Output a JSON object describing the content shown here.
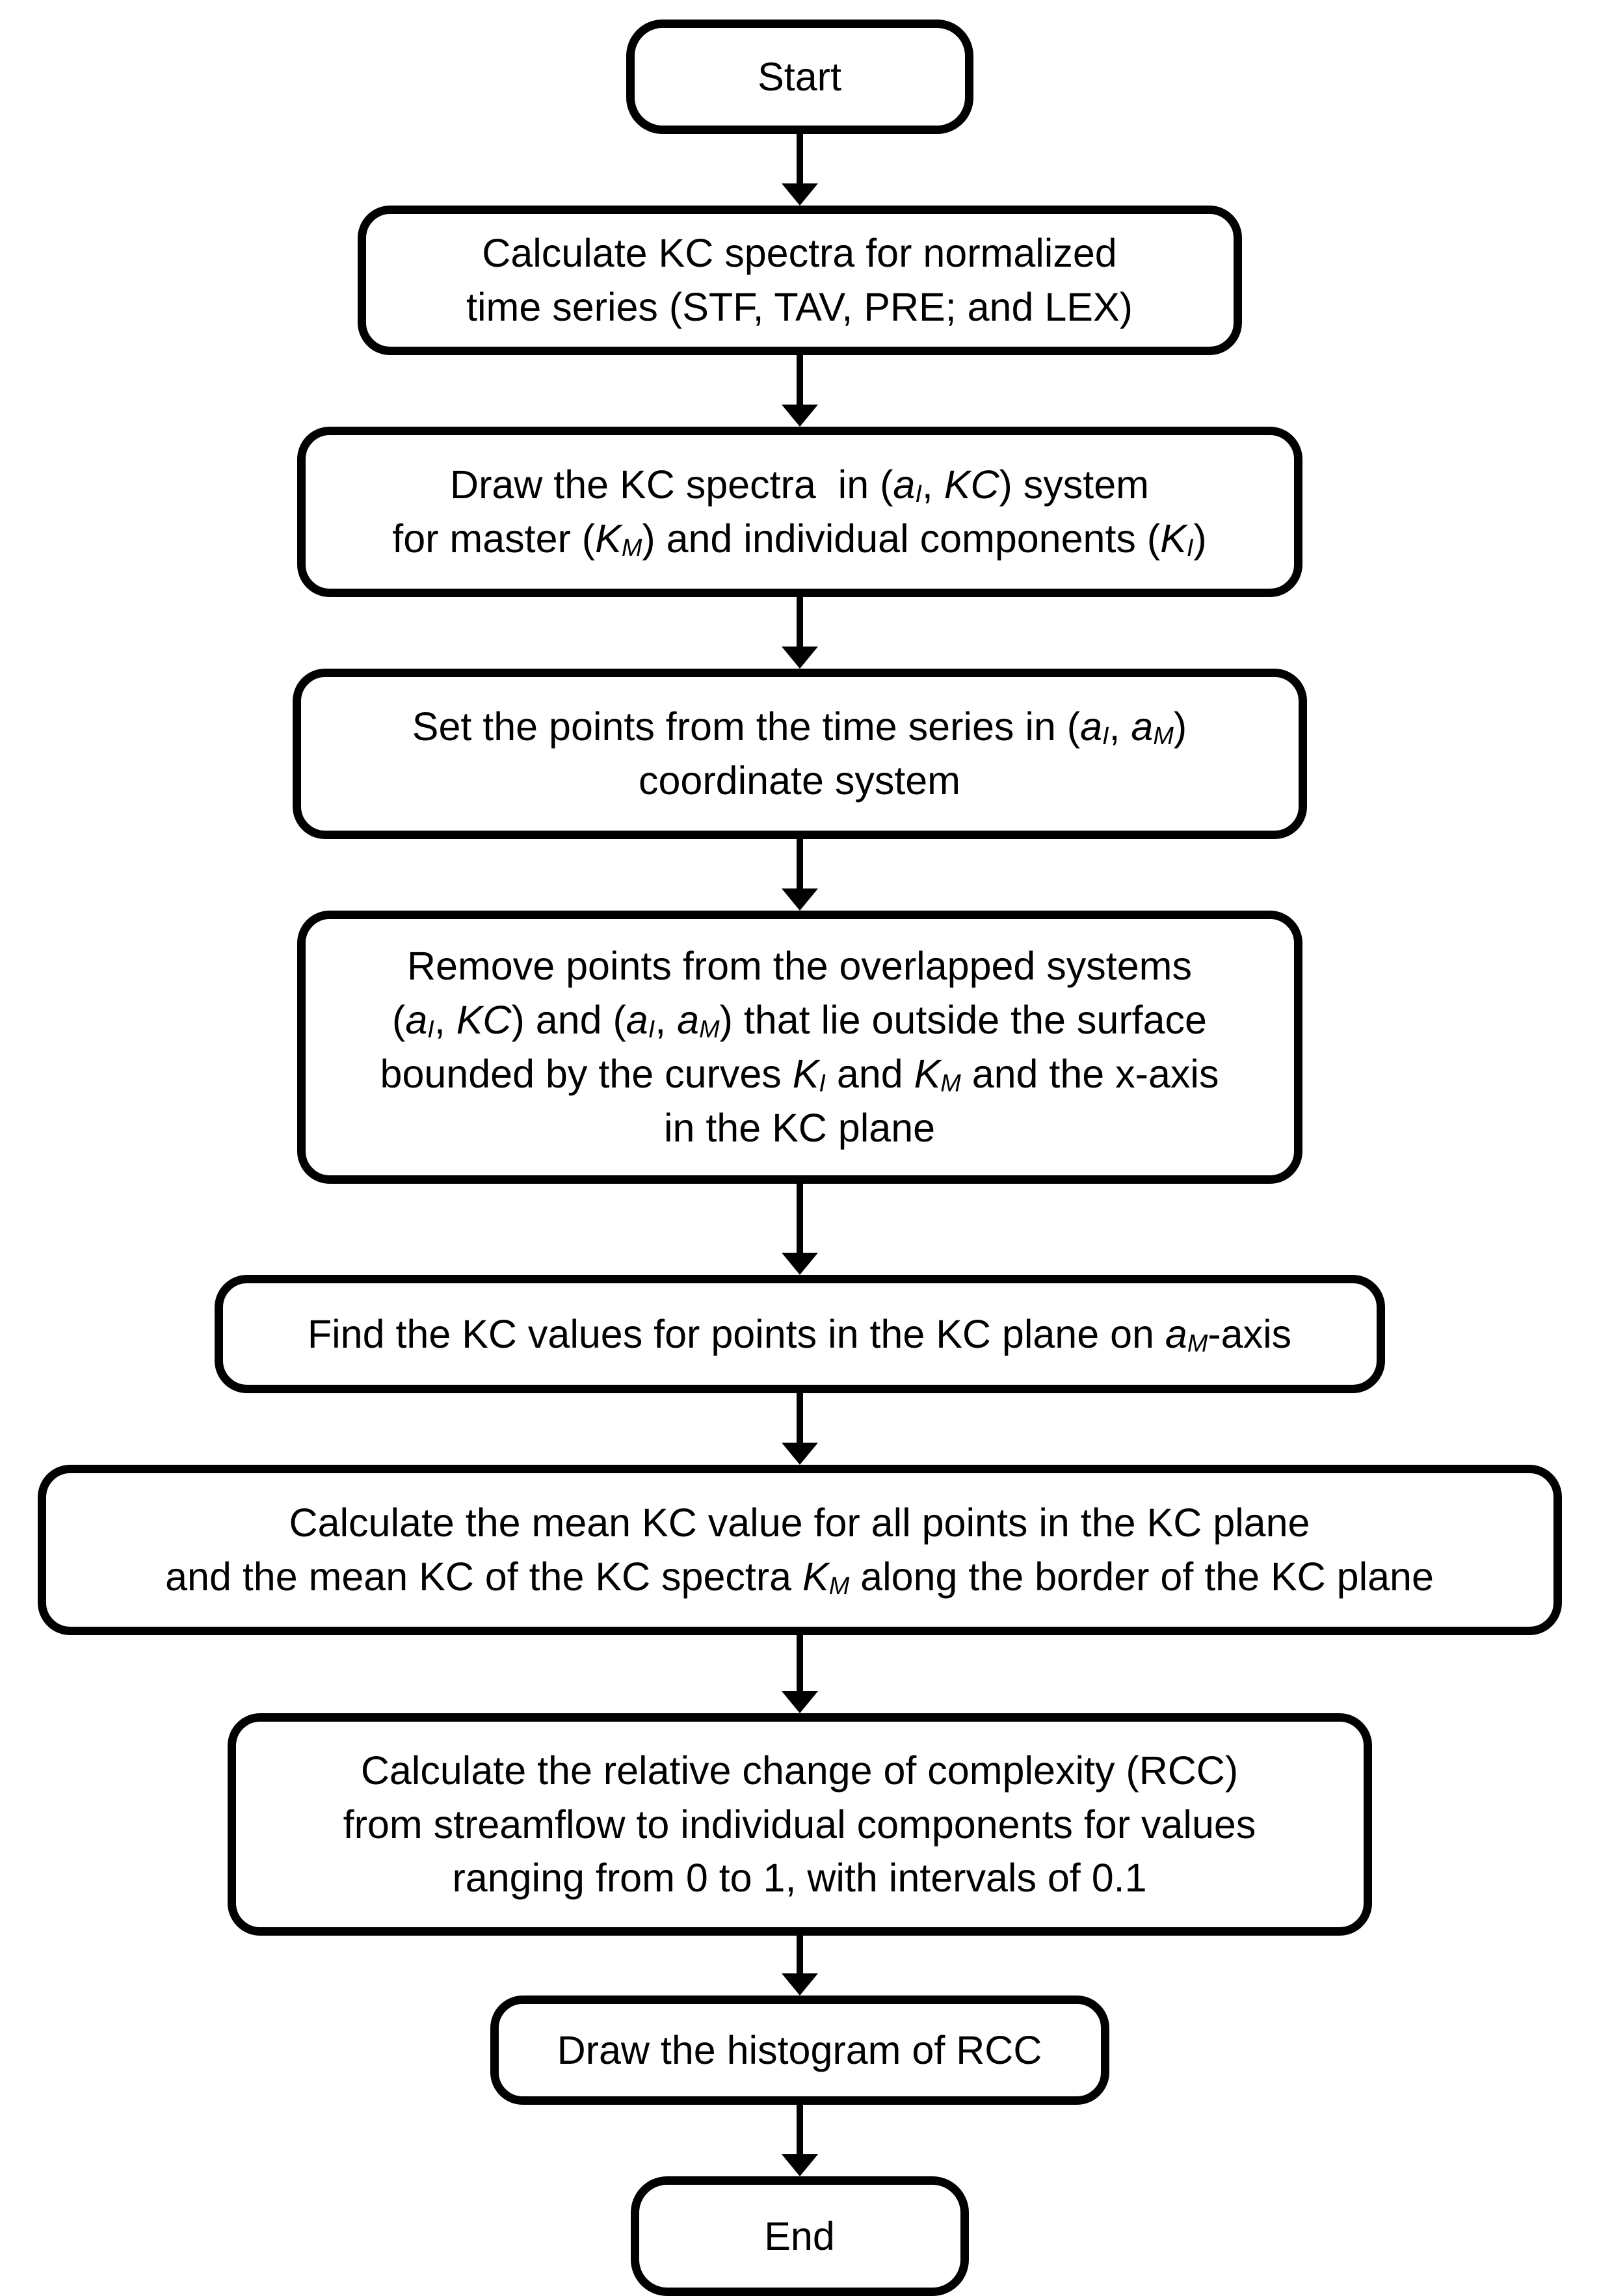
{
  "colors": {
    "stroke": "#000000",
    "fill": "#ffffff",
    "text": "#000000"
  },
  "diagram": {
    "type": "flowchart",
    "nodes": {
      "start": {
        "text": "Start",
        "lines": [
          [
            {
              "t": "Start"
            }
          ]
        ]
      },
      "calc_spectra": {
        "text": "Calculate KC spectra for normalized time series (STF, TAV, PRE; and LEX)",
        "lines": [
          [
            {
              "t": "Calculate KC spectra for normalized"
            }
          ],
          [
            {
              "t": "time series (STF, TAV, PRE; and LEX)"
            }
          ]
        ]
      },
      "draw_spectra": {
        "text": "Draw the KC spectra in (aI, KC) system for master (KM) and individual components (KI)",
        "lines": [
          [
            {
              "t": "Draw the KC spectra  in ("
            },
            {
              "t": "a",
              "i": true
            },
            {
              "t": "I",
              "i": true,
              "s": true
            },
            {
              "t": ", "
            },
            {
              "t": "KC",
              "i": true
            },
            {
              "t": ") system"
            }
          ],
          [
            {
              "t": "for master ("
            },
            {
              "t": "K",
              "i": true
            },
            {
              "t": "M",
              "i": true,
              "s": true
            },
            {
              "t": ") and individual components ("
            },
            {
              "t": "K",
              "i": true
            },
            {
              "t": "I",
              "i": true,
              "s": true
            },
            {
              "t": ")"
            }
          ]
        ]
      },
      "set_points": {
        "text": "Set the points from the time series in (aI, aM) coordinate system",
        "lines": [
          [
            {
              "t": "Set the points from the time series in ("
            },
            {
              "t": "a",
              "i": true
            },
            {
              "t": "I",
              "i": true,
              "s": true
            },
            {
              "t": ", "
            },
            {
              "t": "a",
              "i": true
            },
            {
              "t": "M",
              "i": true,
              "s": true
            },
            {
              "t": ")"
            }
          ],
          [
            {
              "t": "coordinate system"
            }
          ]
        ]
      },
      "remove_points": {
        "text": "Remove points from the overlapped systems (aI, KC) and (aI, aM) that lie outside the surface bounded by the curves KI and KM and the x-axis in the KC plane",
        "lines": [
          [
            {
              "t": "Remove points from the overlapped systems"
            }
          ],
          [
            {
              "t": "("
            },
            {
              "t": "a",
              "i": true
            },
            {
              "t": "I",
              "i": true,
              "s": true
            },
            {
              "t": ", "
            },
            {
              "t": "KC",
              "i": true
            },
            {
              "t": ") and ("
            },
            {
              "t": "a",
              "i": true
            },
            {
              "t": "I",
              "i": true,
              "s": true
            },
            {
              "t": ", "
            },
            {
              "t": "a",
              "i": true
            },
            {
              "t": "M",
              "i": true,
              "s": true
            },
            {
              "t": ") that lie outside the surface"
            }
          ],
          [
            {
              "t": "bounded by the curves "
            },
            {
              "t": "K",
              "i": true
            },
            {
              "t": "I",
              "i": true,
              "s": true
            },
            {
              "t": " and "
            },
            {
              "t": "K",
              "i": true
            },
            {
              "t": "M",
              "i": true,
              "s": true
            },
            {
              "t": " and the x-axis"
            }
          ],
          [
            {
              "t": "in the KC plane"
            }
          ]
        ]
      },
      "find_kc": {
        "text": "Find the KC values for points in the KC plane on aM-axis",
        "lines": [
          [
            {
              "t": "Find the KC values for points in the KC plane on "
            },
            {
              "t": "a",
              "i": true
            },
            {
              "t": "M",
              "i": true,
              "s": true
            },
            {
              "t": "-axis"
            }
          ]
        ]
      },
      "mean_kc": {
        "text": "Calculate the mean KC value for all points in the KC plane and the mean KC of the KC spectra KM along the border of the KC plane",
        "lines": [
          [
            {
              "t": "Calculate the mean KC value for all points in the KC plane"
            }
          ],
          [
            {
              "t": "and the mean KC of the KC spectra "
            },
            {
              "t": "K",
              "i": true
            },
            {
              "t": "M",
              "i": true,
              "s": true
            },
            {
              "t": " along the border of the KC plane"
            }
          ]
        ]
      },
      "rcc": {
        "text": "Calculate the relative change of complexity (RCC) from streamflow to individual components for values ranging from 0 to 1, with intervals of 0.1",
        "lines": [
          [
            {
              "t": "Calculate the relative change of complexity (RCC)"
            }
          ],
          [
            {
              "t": "from streamflow to individual components for values"
            }
          ],
          [
            {
              "t": "ranging from 0 to 1, with intervals of 0.1"
            }
          ]
        ]
      },
      "histogram": {
        "text": "Draw the histogram of RCC",
        "lines": [
          [
            {
              "t": "Draw the histogram of RCC"
            }
          ]
        ]
      },
      "end": {
        "text": "End",
        "lines": [
          [
            {
              "t": "End"
            }
          ]
        ]
      }
    },
    "edges": [
      {
        "from": "start",
        "to": "calc_spectra"
      },
      {
        "from": "calc_spectra",
        "to": "draw_spectra"
      },
      {
        "from": "draw_spectra",
        "to": "set_points"
      },
      {
        "from": "set_points",
        "to": "remove_points"
      },
      {
        "from": "remove_points",
        "to": "find_kc"
      },
      {
        "from": "find_kc",
        "to": "mean_kc"
      },
      {
        "from": "mean_kc",
        "to": "rcc"
      },
      {
        "from": "rcc",
        "to": "histogram"
      },
      {
        "from": "histogram",
        "to": "end"
      }
    ]
  }
}
